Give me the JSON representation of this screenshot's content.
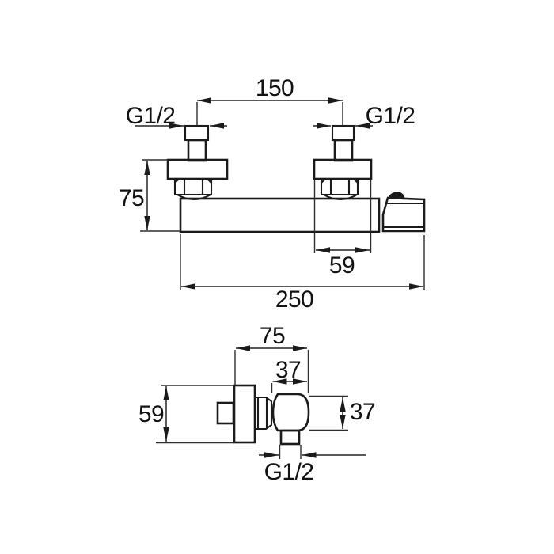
{
  "drawing": {
    "type": "technical-dimension-drawing",
    "subject": "wall-mounted shower mixer tap",
    "line_color": "#1b1b1b",
    "background_color": "#ffffff"
  },
  "front_view": {
    "name": "front-view",
    "dim_center_distance": "150",
    "dim_thread_left": "G1/2",
    "dim_thread_right": "G1/2",
    "dim_height": "75",
    "dim_connection_width": "59",
    "dim_total_length": "250"
  },
  "side_view": {
    "name": "side-view",
    "dim_depth": "75",
    "dim_body_width": "37",
    "dim_height": "59",
    "dim_body_height": "37",
    "dim_outlet_thread": "G1/2"
  }
}
